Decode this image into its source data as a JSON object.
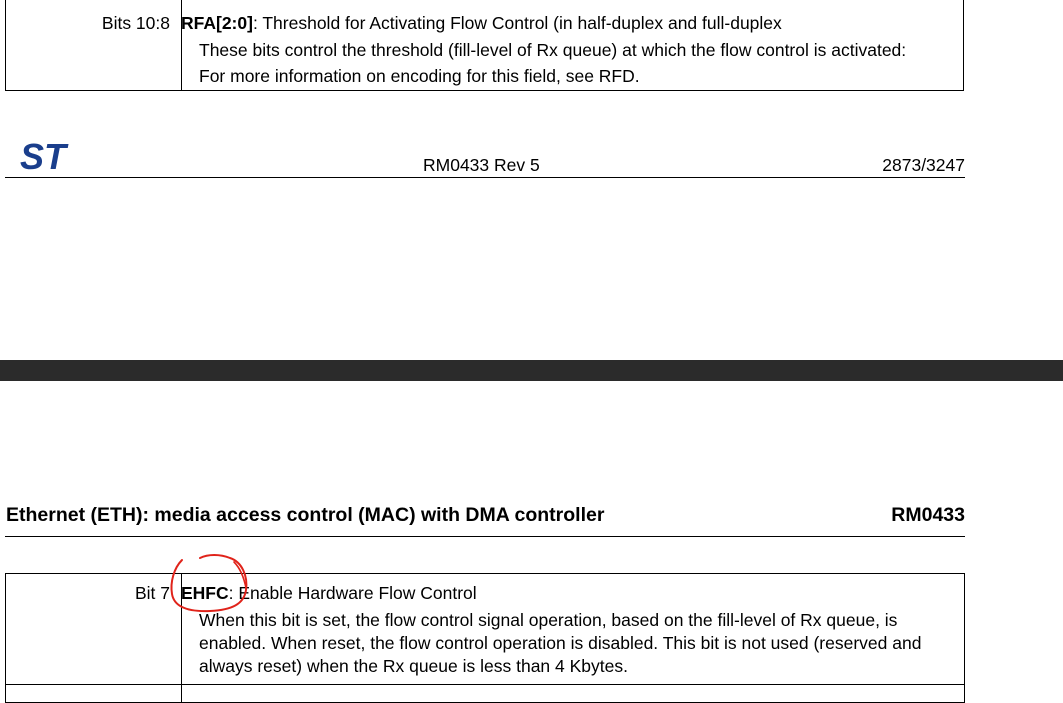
{
  "top_table": {
    "bit_label": "Bits 10:8",
    "field_name": "RFA[2:0]",
    "field_title": ": Threshold for Activating Flow Control (in half-duplex and full-duplex",
    "description_lines": [
      "These bits control the threshold (fill-level of Rx queue) at which the flow control is activated:",
      "For more information on encoding for this field, see RFD."
    ]
  },
  "footer": {
    "logo_text": "ST",
    "doc_ref": "RM0433 Rev 5",
    "page_number": "2873/3247"
  },
  "header": {
    "section_title": "Ethernet (ETH): media access control (MAC) with DMA controller",
    "doc_ref": "RM0433"
  },
  "bottom_table": {
    "bit_label": "Bit 7",
    "field_name": "EHFC",
    "field_title": ": Enable Hardware Flow Control",
    "description_lines": [
      "When this bit is set, the flow control signal operation, based on the fill-level of Rx queue, is",
      "enabled. When reset, the flow control operation is disabled. This bit is not used (reserved and",
      "always reset) when the Rx queue is less than 4 Kbytes."
    ]
  },
  "colors": {
    "text": "#000000",
    "page_background": "#ffffff",
    "page_separator": "#2b2b2b",
    "logo_blue": "#1a3e8c",
    "annotation_red": "#e0231a"
  }
}
